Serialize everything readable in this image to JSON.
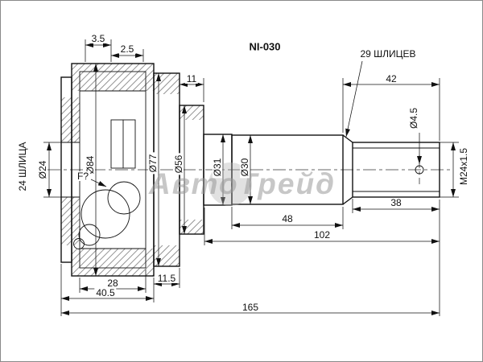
{
  "drawing": {
    "part_number": "NI-030",
    "watermark": "АвтоТрейд",
    "annotations": {
      "splines_right": "29 ШЛИЦЕВ",
      "splines_left": "24 ШЛИЦА",
      "float_dim": "F?"
    },
    "dimensions": {
      "groove_a": "3.5",
      "groove_b": "2.5",
      "neck": "11",
      "spline_section": "42",
      "dia84": "Ø84",
      "dia77": "Ø77",
      "dia56": "Ø56",
      "dia31": "Ø31",
      "dia30": "Ø30",
      "dia24": "Ø24",
      "hole": "Ø4.5",
      "thread": "M24x1.5",
      "shaft": "48",
      "spline_end": "38",
      "cup_depth": "28",
      "ring": "11.5",
      "shaft_total": "102",
      "cup_total": "40.5",
      "overall": "165"
    }
  }
}
